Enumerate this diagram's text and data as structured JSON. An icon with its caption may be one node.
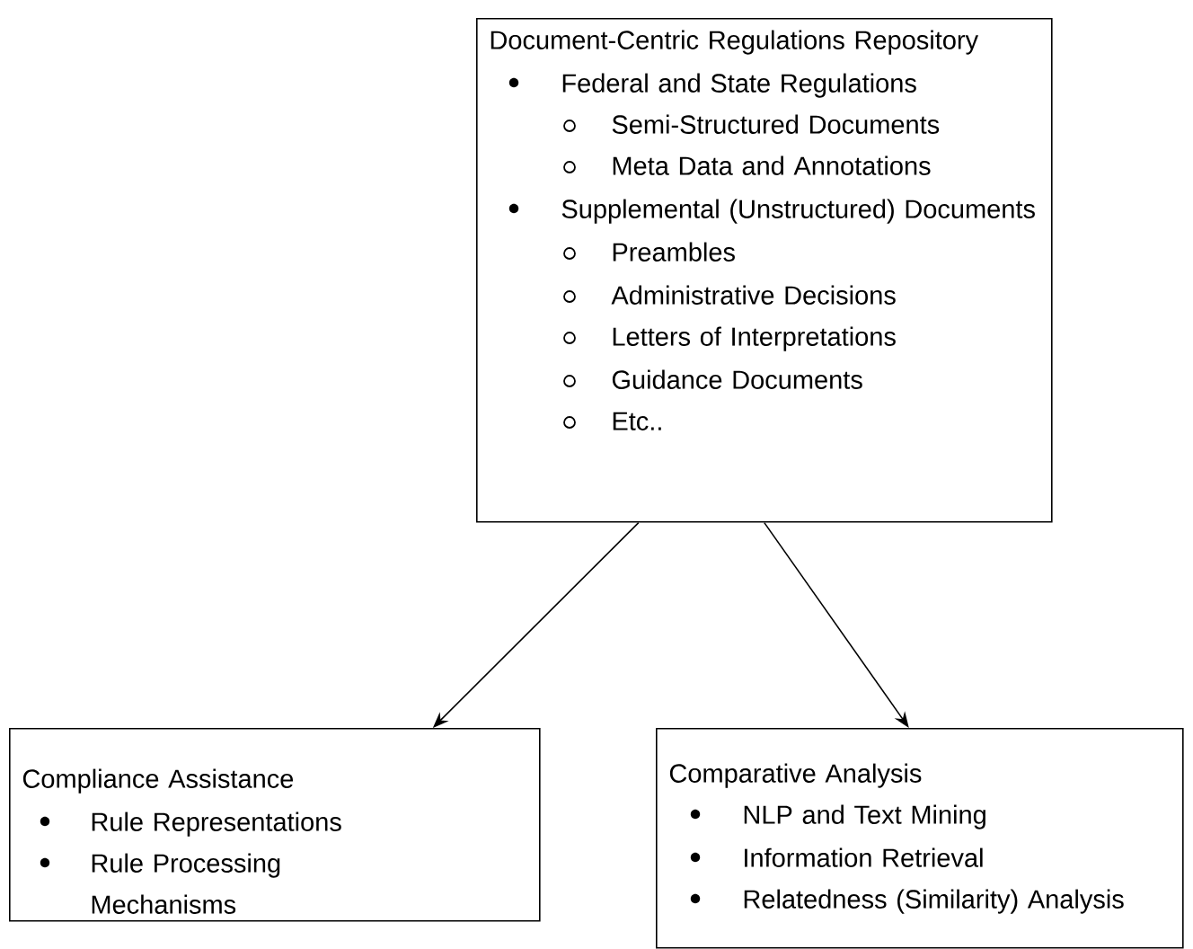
{
  "diagram": {
    "nodes": [
      {
        "text": [
          "Document-Centric Regulations Repository",
          "Federal and State Regulations",
          "Semi-Structured Documents",
          "Meta Data and Annotations",
          "Supplemental (Unstructured) Documents",
          "Preambles",
          "Administrative Decisions",
          "Letters of Interpretations",
          "Guidance Documents",
          "Etc.."
        ]
      },
      {
        "text": [
          "Compliance Assistance",
          "Rule Representations",
          "Rule Processing Mechanisms"
        ]
      },
      {
        "text": [
          "Comparative Analysis",
          "NLP and Text Mining",
          "Information Retrieval",
          "Relatedness (Similarity) Analysis"
        ]
      }
    ],
    "edges": [
      {
        "from": 0,
        "to": 1,
        "arrow": "to"
      },
      {
        "from": 0,
        "to": 2,
        "arrow": "to"
      }
    ]
  }
}
